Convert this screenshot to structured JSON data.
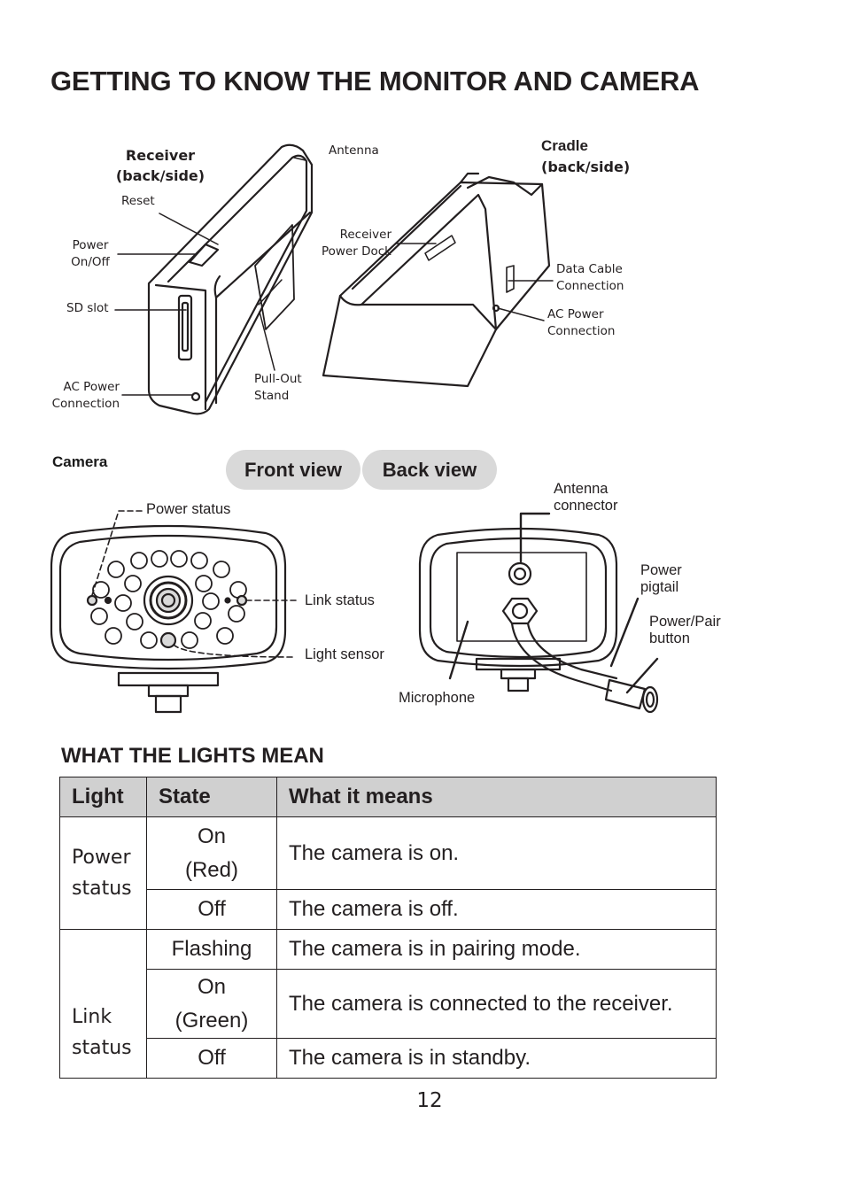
{
  "page": {
    "title": "GETTING TO KNOW THE MONITOR AND CAMERA",
    "page_number": "12"
  },
  "receiver": {
    "heading_line1": "Receiver",
    "heading_line2": "(back/side)",
    "labels": {
      "antenna": "Antenna",
      "reset": "Reset",
      "power_line1": "Power",
      "power_line2": "On/Off",
      "sd_slot": "SD slot",
      "ac_power_line1": "AC Power",
      "ac_power_line2": "Connection",
      "stand_line1": "Pull-Out",
      "stand_line2": "Stand"
    }
  },
  "cradle": {
    "heading_line1": "Cradle",
    "heading_line2": "(back/side)",
    "labels": {
      "dock_line1": "Receiver",
      "dock_line2": "Power Dock",
      "data_line1": "Data Cable",
      "data_line2": "Connection",
      "ac_line1": "AC Power",
      "ac_line2": "Connection"
    }
  },
  "camera": {
    "heading": "Camera",
    "tabs": [
      "Front view",
      "Back view"
    ],
    "front_labels": {
      "power_status": "Power status",
      "link_status": "Link status",
      "light_sensor": "Light sensor"
    },
    "back_labels": {
      "antenna_line1": "Antenna",
      "antenna_line2": "connector",
      "pigtail_line1": "Power",
      "pigtail_line2": "pigtail",
      "pair_line1": "Power/Pair",
      "pair_line2": "button",
      "microphone": "Microphone"
    }
  },
  "lights_table": {
    "heading": "WHAT THE LIGHTS MEAN",
    "columns": [
      "Light",
      "State",
      "What it means"
    ],
    "groups": [
      {
        "light_line1": "Power",
        "light_line2": "status",
        "rows": [
          {
            "state_line1": "On",
            "state_line2": "(Red)",
            "meaning": "The camera is on."
          },
          {
            "state_line1": "Off",
            "state_line2": "",
            "meaning": "The camera is off."
          }
        ]
      },
      {
        "light_line1": "Link",
        "light_line2": "status",
        "rows": [
          {
            "state_line1": "Flashing",
            "state_line2": "",
            "meaning": "The camera is in pairing mode."
          },
          {
            "state_line1": "On",
            "state_line2": "(Green)",
            "meaning": "The camera is connected to the receiver."
          },
          {
            "state_line1": "Off",
            "state_line2": "",
            "meaning": "The camera is in standby."
          }
        ]
      }
    ]
  }
}
